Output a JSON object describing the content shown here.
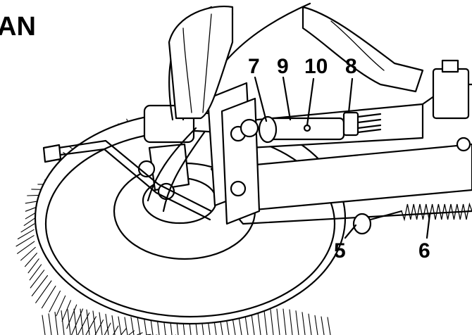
{
  "heading": "AN",
  "callouts": {
    "c5": "5",
    "c6": "6",
    "c7": "7",
    "c8": "8",
    "c9": "9",
    "c10": "10"
  }
}
